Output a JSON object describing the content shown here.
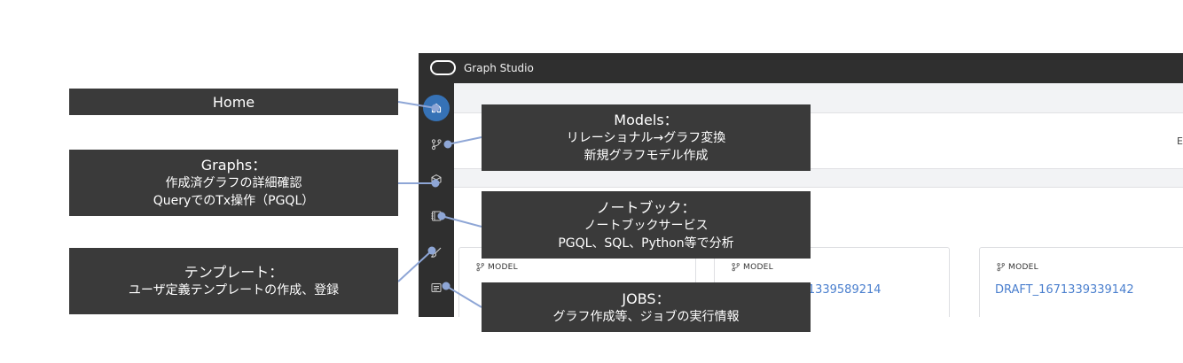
{
  "app": {
    "title": "Graph Studio"
  },
  "sidebar": {
    "items": [
      {
        "icon": "home-icon",
        "active": true
      },
      {
        "icon": "models-branch-icon",
        "active": false
      },
      {
        "icon": "graphs-cube-icon",
        "active": false
      },
      {
        "icon": "notebook-icon",
        "active": false
      },
      {
        "icon": "templates-brush-icon",
        "active": false
      },
      {
        "icon": "jobs-list-icon",
        "active": false
      }
    ]
  },
  "main": {
    "edge_text": "E",
    "cards": [
      {
        "kind": "MODEL",
        "link": ""
      },
      {
        "kind": "MODEL",
        "link": "1671339589214"
      },
      {
        "kind": "MODEL",
        "link": "DRAFT_1671339339142"
      }
    ]
  },
  "callouts": {
    "home": {
      "title": "Home"
    },
    "graphs": {
      "title": "Graphs：",
      "lines": [
        "作成済グラフの詳細確認",
        "QueryでのTx操作（PGQL）"
      ]
    },
    "templates": {
      "title": "テンプレート：",
      "lines": [
        "ユーザ定義テンプレートの作成、登録"
      ]
    },
    "models": {
      "title": "Models：",
      "lines": [
        "リレーショナル→グラフ変換",
        "新規グラフモデル作成"
      ]
    },
    "notebook": {
      "title": "ノートブック：",
      "lines": [
        "ノートブックサービス",
        "PGQL、SQL、Python等で分析"
      ]
    },
    "jobs": {
      "title": "JOBS：",
      "lines": [
        "グラフ作成等、ジョブの実行情報"
      ]
    }
  },
  "colors": {
    "accent": "#3672b6",
    "link": "#4a7fce",
    "connector": "#8ea6d6",
    "callout_bg": "#3a3a3a",
    "chrome": "#2f2f2f"
  }
}
